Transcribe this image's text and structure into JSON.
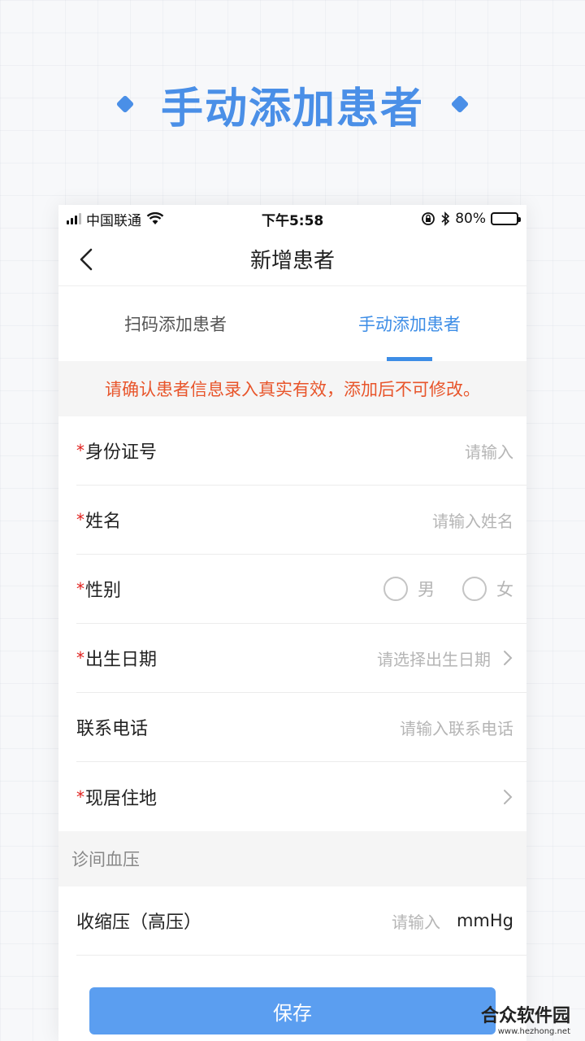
{
  "promo": {
    "title": "手动添加患者"
  },
  "statusbar": {
    "carrier": "中国联通",
    "time": "下午5:58",
    "battery": "80%",
    "battery_level": 0.8
  },
  "nav": {
    "title": "新增患者"
  },
  "tabs": [
    {
      "label": "扫码添加患者",
      "active": false
    },
    {
      "label": "手动添加患者",
      "active": true
    }
  ],
  "notice": "请确认患者信息录入真实有效，添加后不可修改。",
  "form": {
    "required_mark": "*",
    "id_number": {
      "label": "身份证号",
      "placeholder": "请输入"
    },
    "name": {
      "label": "姓名",
      "placeholder": "请输入姓名"
    },
    "gender": {
      "label": "性别",
      "male": "男",
      "female": "女"
    },
    "birthdate": {
      "label": "出生日期",
      "placeholder": "请选择出生日期"
    },
    "phone": {
      "label": "联系电话",
      "placeholder": "请输入联系电话"
    },
    "address": {
      "label": "现居住地"
    }
  },
  "bp_section": {
    "header": "诊间血压",
    "systolic": {
      "label": "收缩压（高压）",
      "placeholder": "请输入",
      "unit": "mmHg"
    }
  },
  "footer": {
    "save_label": "保存"
  },
  "watermark": {
    "cn": "合众软件园",
    "en": "www.hezhong.net"
  },
  "colors": {
    "accent": "#3d8de6",
    "warning": "#e8552b",
    "required": "#e0201c",
    "button": "#5b9ef0"
  }
}
